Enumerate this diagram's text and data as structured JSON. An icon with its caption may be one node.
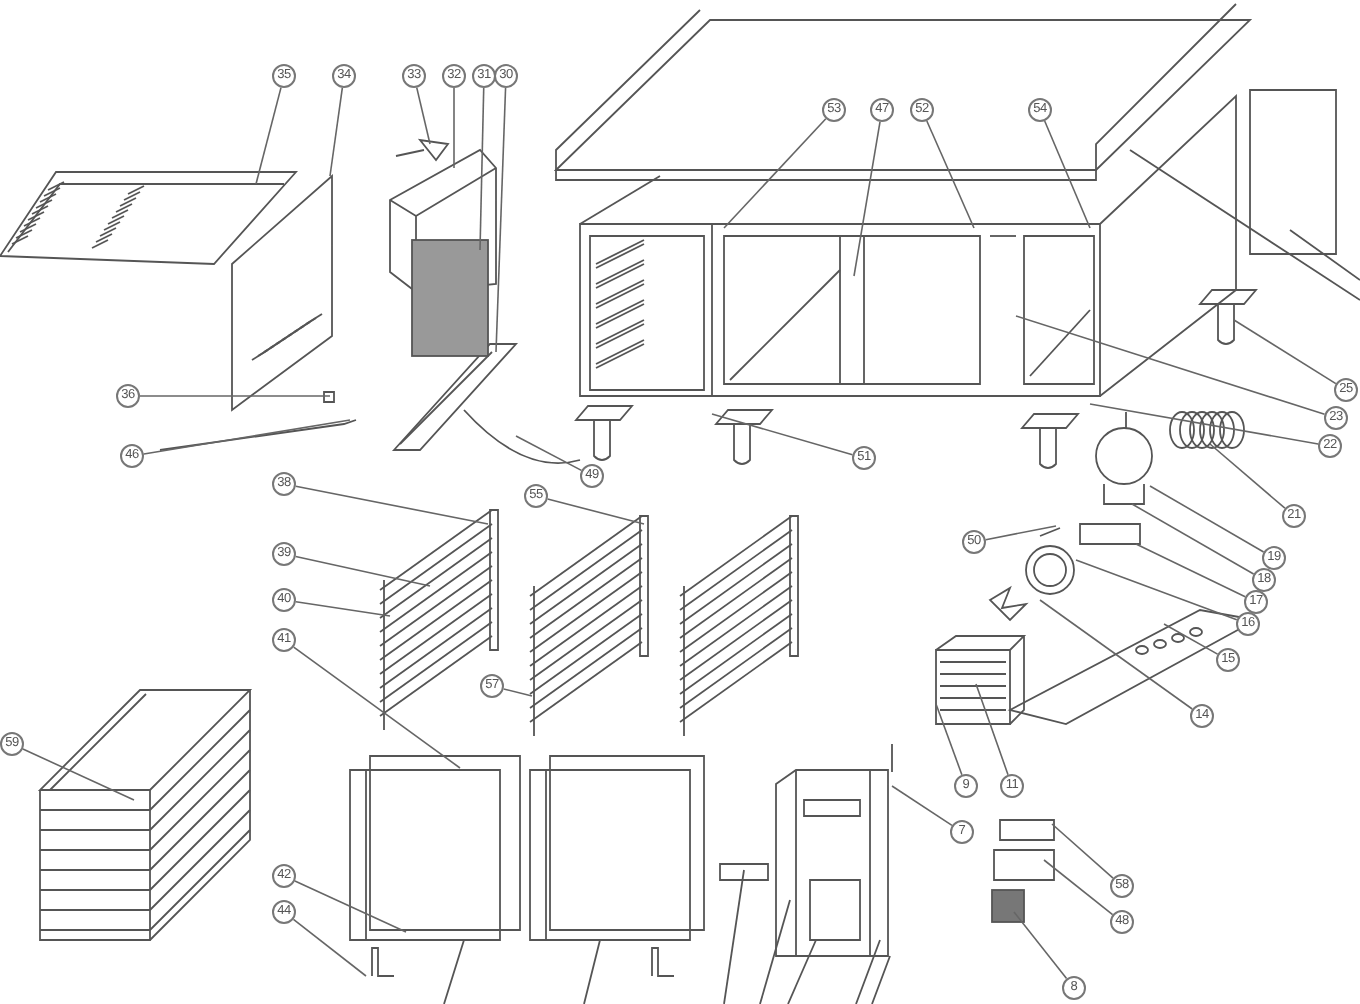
{
  "diagram": {
    "nodes": [
      {
        "text": [
          "35"
        ]
      },
      {
        "text": [
          "34"
        ]
      },
      {
        "text": [
          "33"
        ]
      },
      {
        "text": [
          "32"
        ]
      },
      {
        "text": [
          "31"
        ]
      },
      {
        "text": [
          "30"
        ]
      },
      {
        "text": [
          "53"
        ]
      },
      {
        "text": [
          "47"
        ]
      },
      {
        "text": [
          "52"
        ]
      },
      {
        "text": [
          "54"
        ]
      },
      {
        "text": [
          "25"
        ]
      },
      {
        "text": [
          "36"
        ]
      },
      {
        "text": [
          "23"
        ]
      },
      {
        "text": [
          "22"
        ]
      },
      {
        "text": [
          "46"
        ]
      },
      {
        "text": [
          "51"
        ]
      },
      {
        "text": [
          "49"
        ]
      },
      {
        "text": [
          "38"
        ]
      },
      {
        "text": [
          "55"
        ]
      },
      {
        "text": [
          "21"
        ]
      },
      {
        "text": [
          "50"
        ]
      },
      {
        "text": [
          "39"
        ]
      },
      {
        "text": [
          "19"
        ]
      },
      {
        "text": [
          "18"
        ]
      },
      {
        "text": [
          "40"
        ]
      },
      {
        "text": [
          "17"
        ]
      },
      {
        "text": [
          "16"
        ]
      },
      {
        "text": [
          "41"
        ]
      },
      {
        "text": [
          "15"
        ]
      },
      {
        "text": [
          "57"
        ]
      },
      {
        "text": [
          "14"
        ]
      },
      {
        "text": [
          "59"
        ]
      },
      {
        "text": [
          "11"
        ]
      },
      {
        "text": [
          "9"
        ]
      },
      {
        "text": [
          "7"
        ]
      },
      {
        "text": [
          "42"
        ]
      },
      {
        "text": [
          "58"
        ]
      },
      {
        "text": [
          "44"
        ]
      },
      {
        "text": [
          "48"
        ]
      },
      {
        "text": [
          "8"
        ]
      }
    ],
    "edges": [
      {
        "from": 0,
        "to": null,
        "arrow": "none"
      },
      {
        "from": 1,
        "to": null,
        "arrow": "none"
      },
      {
        "from": 2,
        "to": null,
        "arrow": "none"
      },
      {
        "from": 3,
        "to": null,
        "arrow": "none"
      },
      {
        "from": 4,
        "to": null,
        "arrow": "none"
      },
      {
        "from": 5,
        "to": null,
        "arrow": "none"
      },
      {
        "from": 6,
        "to": null,
        "arrow": "none"
      },
      {
        "from": 7,
        "to": null,
        "arrow": "none"
      },
      {
        "from": 8,
        "to": null,
        "arrow": "none"
      },
      {
        "from": 9,
        "to": null,
        "arrow": "none"
      },
      {
        "from": 10,
        "to": null,
        "arrow": "none"
      },
      {
        "from": 11,
        "to": null,
        "arrow": "none"
      },
      {
        "from": 12,
        "to": null,
        "arrow": "none"
      },
      {
        "from": 13,
        "to": null,
        "arrow": "none"
      },
      {
        "from": 14,
        "to": null,
        "arrow": "none"
      },
      {
        "from": 15,
        "to": null,
        "arrow": "none"
      },
      {
        "from": 16,
        "to": null,
        "arrow": "none"
      },
      {
        "from": 17,
        "to": null,
        "arrow": "none"
      },
      {
        "from": 18,
        "to": null,
        "arrow": "none"
      },
      {
        "from": 19,
        "to": null,
        "arrow": "none"
      },
      {
        "from": 20,
        "to": null,
        "arrow": "none"
      },
      {
        "from": 21,
        "to": null,
        "arrow": "none"
      },
      {
        "from": 22,
        "to": null,
        "arrow": "none"
      },
      {
        "from": 23,
        "to": null,
        "arrow": "none"
      },
      {
        "from": 24,
        "to": null,
        "arrow": "none"
      },
      {
        "from": 25,
        "to": null,
        "arrow": "none"
      },
      {
        "from": 26,
        "to": null,
        "arrow": "none"
      },
      {
        "from": 27,
        "to": null,
        "arrow": "none"
      },
      {
        "from": 28,
        "to": null,
        "arrow": "none"
      },
      {
        "from": 29,
        "to": null,
        "arrow": "none"
      },
      {
        "from": 30,
        "to": null,
        "arrow": "none"
      },
      {
        "from": 31,
        "to": null,
        "arrow": "none"
      },
      {
        "from": 32,
        "to": null,
        "arrow": "none"
      },
      {
        "from": 33,
        "to": null,
        "arrow": "none"
      },
      {
        "from": 34,
        "to": null,
        "arrow": "none"
      },
      {
        "from": 35,
        "to": null,
        "arrow": "none"
      },
      {
        "from": 36,
        "to": null,
        "arrow": "none"
      },
      {
        "from": 37,
        "to": null,
        "arrow": "none"
      },
      {
        "from": 38,
        "to": null,
        "arrow": "none"
      },
      {
        "from": 39,
        "to": null,
        "arrow": "none"
      }
    ]
  }
}
